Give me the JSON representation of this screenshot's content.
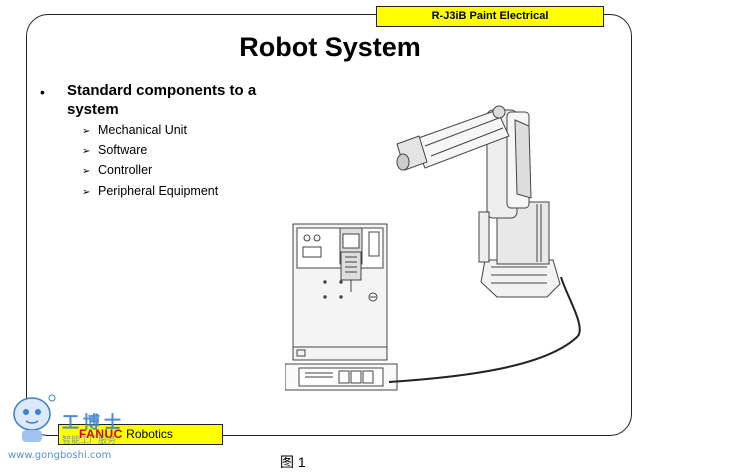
{
  "header": {
    "badge": "R-J3iB Paint Electrical"
  },
  "slide": {
    "title": "Robot System",
    "bullet": "Standard components to a system",
    "subitems": [
      "Mechanical Unit",
      "Software",
      "Controller",
      "Peripheral Equipment"
    ]
  },
  "footer": {
    "brand": "FANUC",
    "suffix": " Robotics"
  },
  "watermark": {
    "chinese": "工博士",
    "subtitle": "智能工厂服务",
    "url": "www.gongboshi.com"
  },
  "caption": "图 1",
  "colors": {
    "badge_bg": "#ffff00",
    "brand_red": "#d40000",
    "watermark_blue": "#3d7fcf"
  }
}
